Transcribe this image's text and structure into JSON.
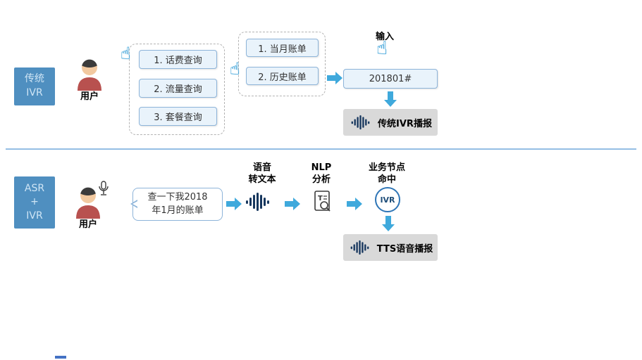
{
  "colors": {
    "side_box_blue": "#4f8fc0",
    "arrow_blue": "#3fa9dc",
    "option_fill": "#e9f3fb",
    "option_border": "#8db4d9",
    "broadcast_gray": "#d9d9d9",
    "wave_navy": "#17375e",
    "divider_blue": "#5b9bd5"
  },
  "icons": {
    "hand_pointer_glyph": "☝"
  },
  "top_flow": {
    "side_label_line1": "传统",
    "side_label_line2": "IVR",
    "user_label": "用户",
    "menu_level1_items": [
      "1. 话费查询",
      "2. 流量查询",
      "3. 套餐查询"
    ],
    "menu_level2_items": [
      "1. 当月账单",
      "2. 历史账单"
    ],
    "input_label": "输入",
    "input_value": "201801#",
    "broadcast_label": "传统IVR播报"
  },
  "bottom_flow": {
    "side_label_line1": "ASR",
    "side_label_line2": "+",
    "side_label_line3": "IVR",
    "user_label": "用户",
    "speech_line1": "查一下我2018",
    "speech_line2": "年1月的账单",
    "step1_line1": "语音",
    "step1_line2": "转文本",
    "step2_line1": "NLP",
    "step2_line2": "分析",
    "step3_line1": "业务节点",
    "step3_line2": "命中",
    "ivr_badge": "IVR",
    "broadcast_label": "TTS语音播报"
  }
}
